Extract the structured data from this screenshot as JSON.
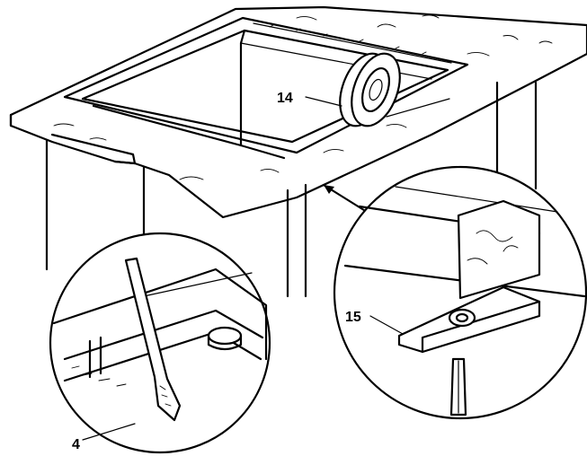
{
  "figure": {
    "callouts": [
      {
        "id": "sealing-tape",
        "number": "14"
      },
      {
        "id": "fixing-bracket",
        "number": "15"
      },
      {
        "id": "tool",
        "number": "4"
      }
    ]
  }
}
